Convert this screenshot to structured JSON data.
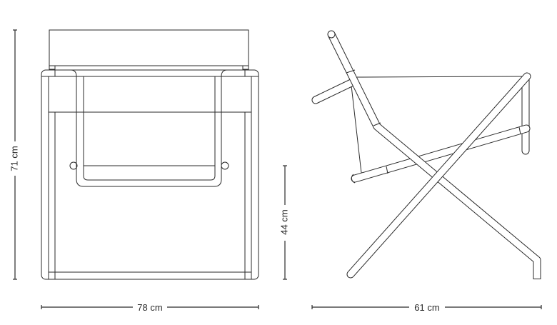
{
  "drawing": {
    "front_view": {
      "height_label": "71 cm",
      "width_label": "78 cm"
    },
    "side_view": {
      "seat_height_label": "44 cm",
      "depth_label": "61 cm"
    }
  }
}
